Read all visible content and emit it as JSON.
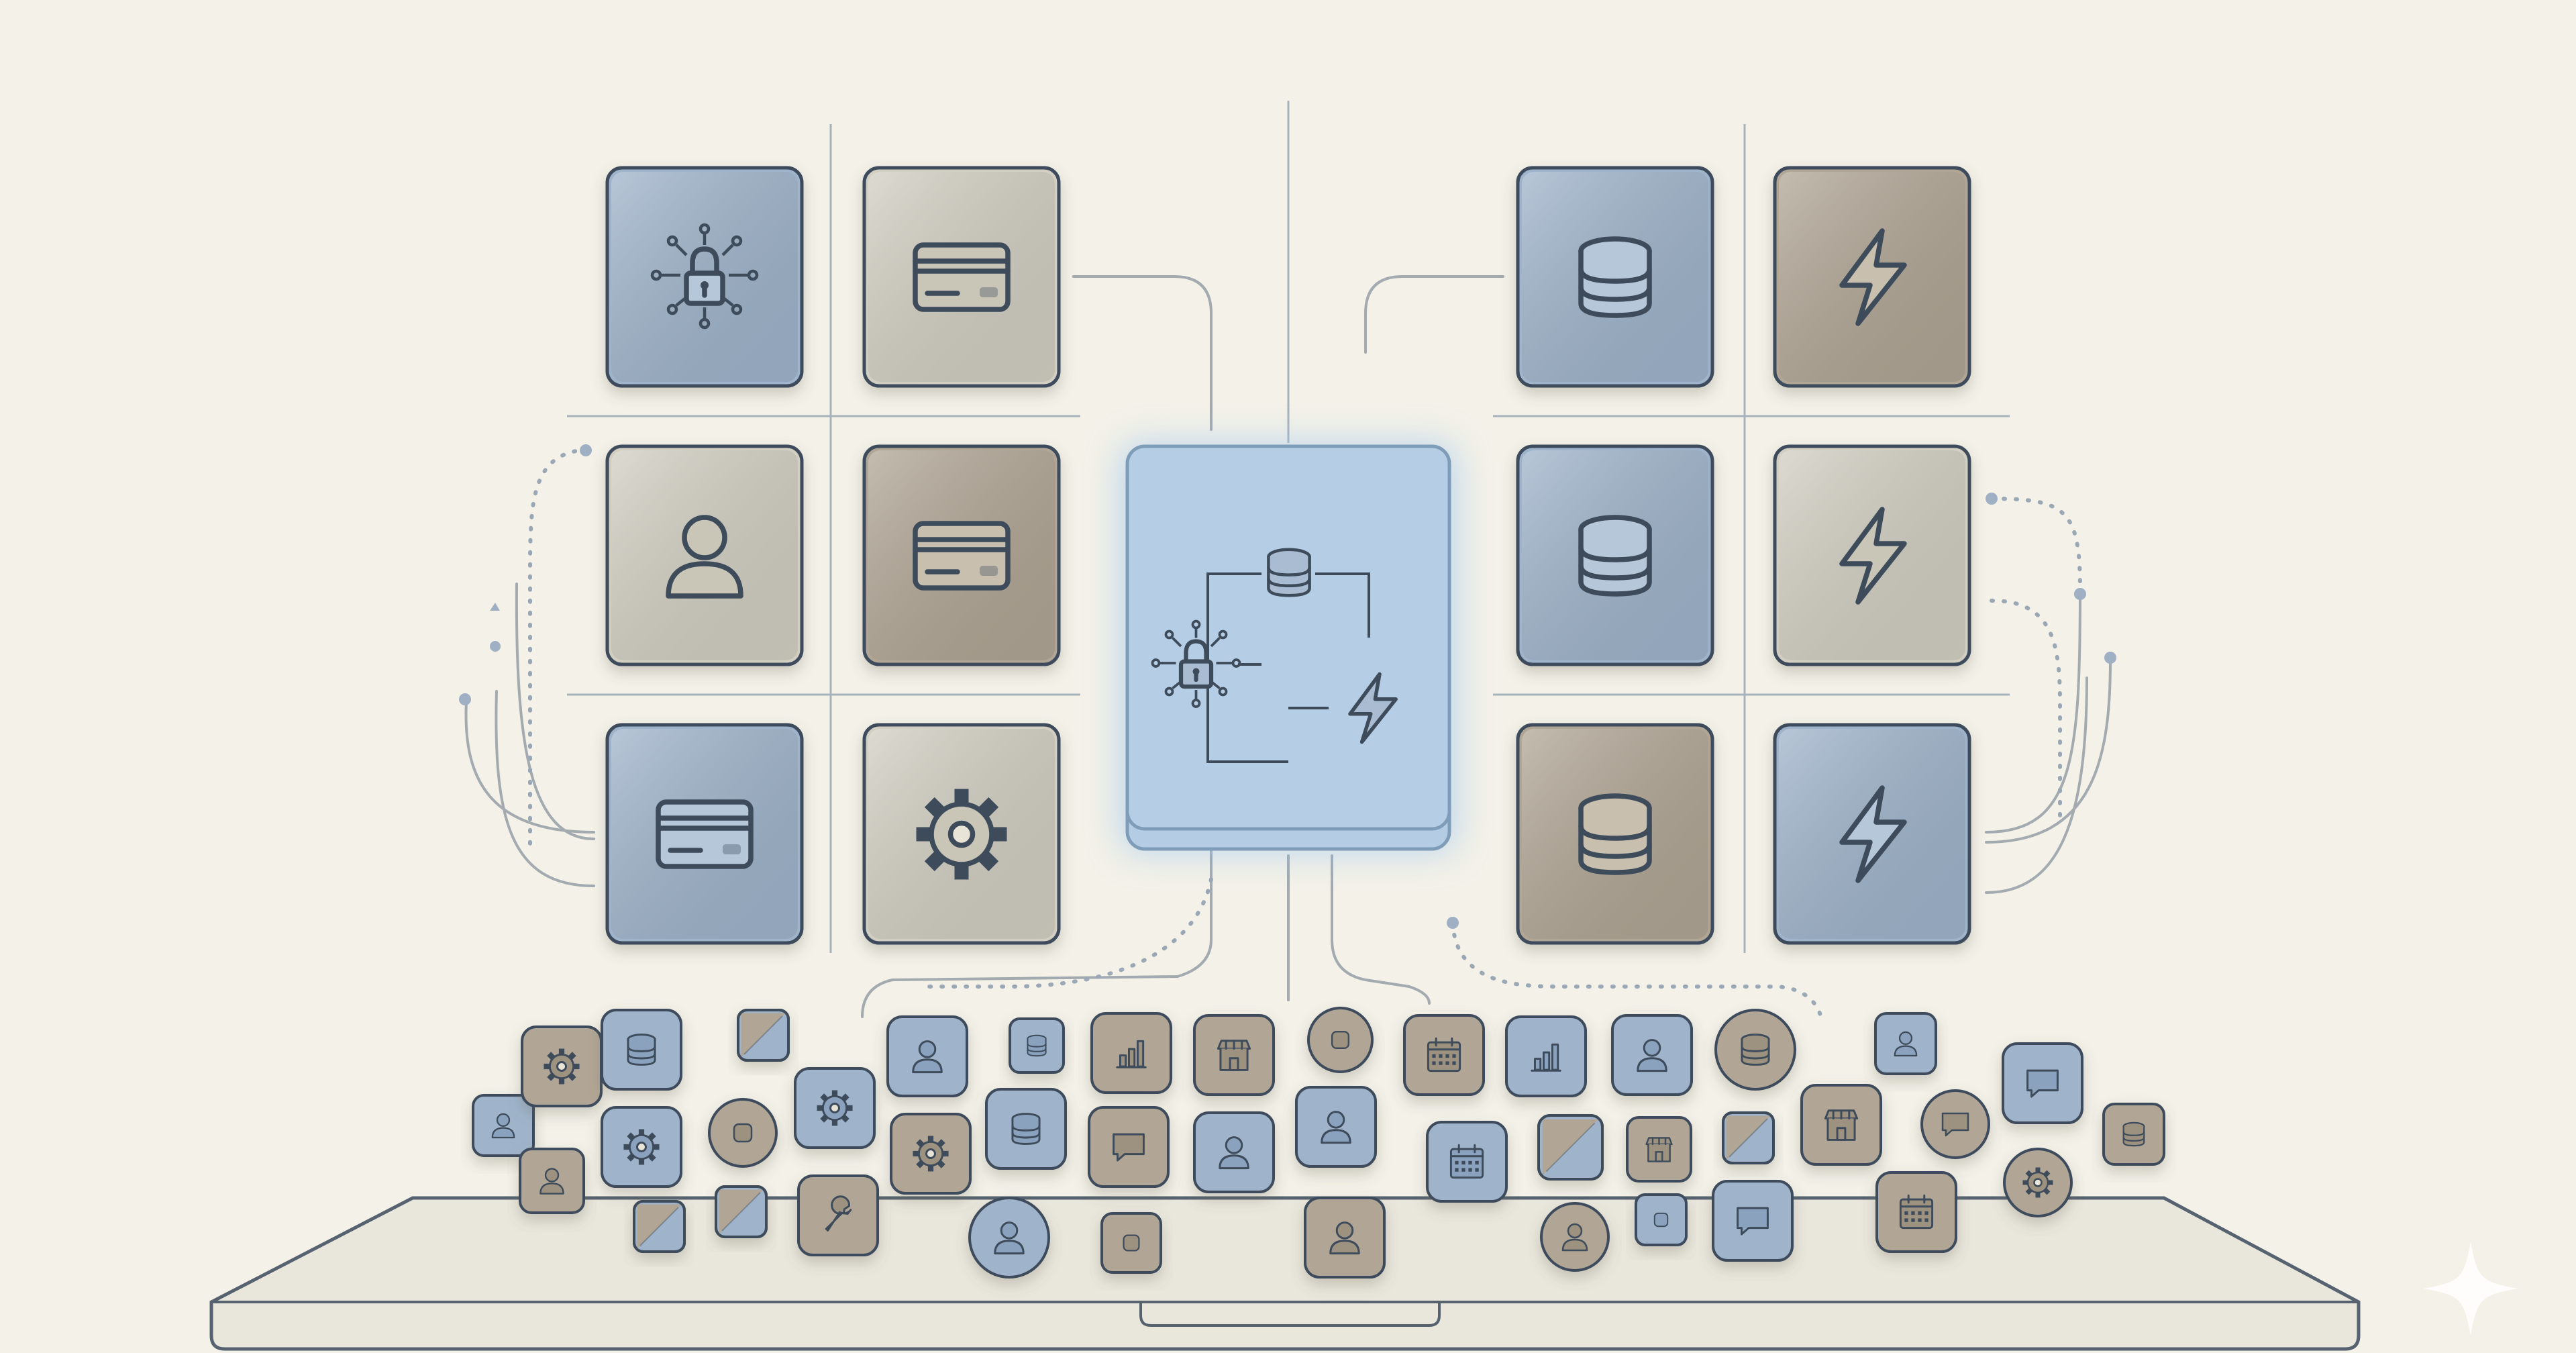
{
  "colors": {
    "background": "#f3f1e8",
    "blue": "#9fb4cb",
    "blue_light": "#b3c8dd",
    "gray": "#d2cfc2",
    "taupe": "#b1a695",
    "outline": "#3d4b5b",
    "center_glow": "#8fc0f0"
  },
  "hub": {
    "icon_set": [
      "database-icon",
      "padlock-network-icon",
      "lightning-icon"
    ]
  },
  "left_panel": [
    {
      "name": "security-tile",
      "icon": "padlock-network-icon",
      "tone": "blue"
    },
    {
      "name": "payment-tile",
      "icon": "credit-card-icon",
      "tone": "gray"
    },
    {
      "name": "user-tile",
      "icon": "user-icon",
      "tone": "gray"
    },
    {
      "name": "payment-tile",
      "icon": "credit-card-icon",
      "tone": "taupe"
    },
    {
      "name": "payment-tile",
      "icon": "credit-card-icon",
      "tone": "blue"
    },
    {
      "name": "settings-tile",
      "icon": "gear-icon",
      "tone": "gray"
    }
  ],
  "right_panel": [
    {
      "name": "database-tile",
      "icon": "database-icon",
      "tone": "blue"
    },
    {
      "name": "power-tile",
      "icon": "lightning-icon",
      "tone": "taupe"
    },
    {
      "name": "database-tile",
      "icon": "database-icon",
      "tone": "blue"
    },
    {
      "name": "power-tile",
      "icon": "lightning-icon",
      "tone": "gray"
    },
    {
      "name": "database-tile",
      "icon": "database-icon",
      "tone": "taupe"
    },
    {
      "name": "power-tile",
      "icon": "lightning-icon",
      "tone": "blue"
    }
  ],
  "app_icons": [
    {
      "icon": "user-icon",
      "tone": "blue",
      "shape": "square"
    },
    {
      "icon": "gear-icon",
      "tone": "taupe",
      "shape": "square"
    },
    {
      "icon": "user-icon",
      "tone": "taupe",
      "shape": "square"
    },
    {
      "icon": "database-icon",
      "tone": "blue",
      "shape": "square"
    },
    {
      "icon": "gear-icon",
      "tone": "blue",
      "shape": "square"
    },
    {
      "icon": "diagonal-icon",
      "tone": "mixed",
      "shape": "square"
    },
    {
      "icon": "diagonal-icon",
      "tone": "mixed",
      "shape": "square"
    },
    {
      "icon": "stop-icon",
      "tone": "taupe",
      "shape": "circle"
    },
    {
      "icon": "diagonal-icon",
      "tone": "mixed",
      "shape": "square"
    },
    {
      "icon": "gear-icon",
      "tone": "blue",
      "shape": "square"
    },
    {
      "icon": "wrench-icon",
      "tone": "taupe",
      "shape": "square"
    },
    {
      "icon": "user-icon",
      "tone": "blue",
      "shape": "square"
    },
    {
      "icon": "gear-icon",
      "tone": "taupe",
      "shape": "square"
    },
    {
      "icon": "user-icon",
      "tone": "blue",
      "shape": "circle"
    },
    {
      "icon": "database-icon",
      "tone": "blue",
      "shape": "square"
    },
    {
      "icon": "database-icon",
      "tone": "blue",
      "shape": "square"
    },
    {
      "icon": "bar-chart-icon",
      "tone": "taupe",
      "shape": "square"
    },
    {
      "icon": "chat-icon",
      "tone": "taupe",
      "shape": "square"
    },
    {
      "icon": "stop-icon",
      "tone": "taupe",
      "shape": "square"
    },
    {
      "icon": "storefront-icon",
      "tone": "taupe",
      "shape": "square"
    },
    {
      "icon": "user-icon",
      "tone": "blue",
      "shape": "square"
    },
    {
      "icon": "stop-icon",
      "tone": "taupe",
      "shape": "circle"
    },
    {
      "icon": "user-icon",
      "tone": "blue",
      "shape": "square"
    },
    {
      "icon": "user-icon",
      "tone": "taupe",
      "shape": "square"
    },
    {
      "icon": "calendar-icon",
      "tone": "taupe",
      "shape": "square"
    },
    {
      "icon": "calendar-icon",
      "tone": "blue",
      "shape": "square"
    },
    {
      "icon": "bar-chart-icon",
      "tone": "blue",
      "shape": "square"
    },
    {
      "icon": "diagonal-icon",
      "tone": "mixed",
      "shape": "square"
    },
    {
      "icon": "user-icon",
      "tone": "blue",
      "shape": "square"
    },
    {
      "icon": "storefront-icon",
      "tone": "taupe",
      "shape": "square"
    },
    {
      "icon": "user-icon",
      "tone": "taupe",
      "shape": "circle"
    },
    {
      "icon": "database-icon",
      "tone": "taupe",
      "shape": "circle"
    },
    {
      "icon": "diagonal-icon",
      "tone": "mixed",
      "shape": "square"
    },
    {
      "icon": "stop-icon",
      "tone": "blue",
      "shape": "square"
    },
    {
      "icon": "chat-icon",
      "tone": "blue",
      "shape": "square"
    },
    {
      "icon": "storefront-icon",
      "tone": "taupe",
      "shape": "square"
    },
    {
      "icon": "user-icon",
      "tone": "blue",
      "shape": "square"
    },
    {
      "icon": "chat-icon",
      "tone": "taupe",
      "shape": "circle"
    },
    {
      "icon": "calendar-icon",
      "tone": "taupe",
      "shape": "square"
    },
    {
      "icon": "chat-icon",
      "tone": "blue",
      "shape": "square"
    },
    {
      "icon": "gear-icon",
      "tone": "taupe",
      "shape": "circle"
    },
    {
      "icon": "database-icon",
      "tone": "taupe",
      "shape": "square"
    }
  ],
  "base": {
    "name": "laptop-base"
  },
  "watermark": {
    "icon": "sparkle-icon"
  }
}
